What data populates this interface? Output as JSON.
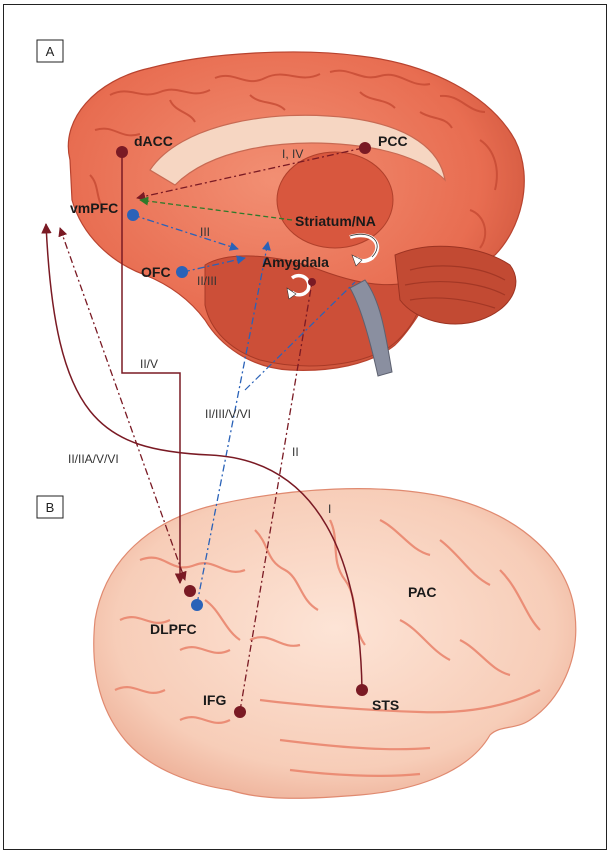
{
  "panels": {
    "a": "A",
    "b": "B"
  },
  "regions": {
    "dacc": "dACC",
    "pcc": "PCC",
    "vmpfc": "vmPFC",
    "striatum": "Striatum/NA",
    "ofc": "OFC",
    "amygdala": "Amygdala",
    "dlpfc": "DLPFC",
    "ifg": "IFG",
    "sts": "STS",
    "pac": "PAC"
  },
  "pathway_labels": {
    "i_iv": "I, IV",
    "iii": "III",
    "ii_iii": "II/III",
    "ii_v": "II/V",
    "ii_iii_v_vi": "II/III/V/VI",
    "ii_iia_v_vi": "II/IIA/V/VI",
    "ii": "II",
    "i": "I"
  },
  "colors": {
    "dark_red_node": "#7a1a24",
    "blue_node": "#2a62b8",
    "green_arrow": "#2f7a2a",
    "brain_fill": "#e7735a",
    "brain_light": "#f7cbb6"
  }
}
